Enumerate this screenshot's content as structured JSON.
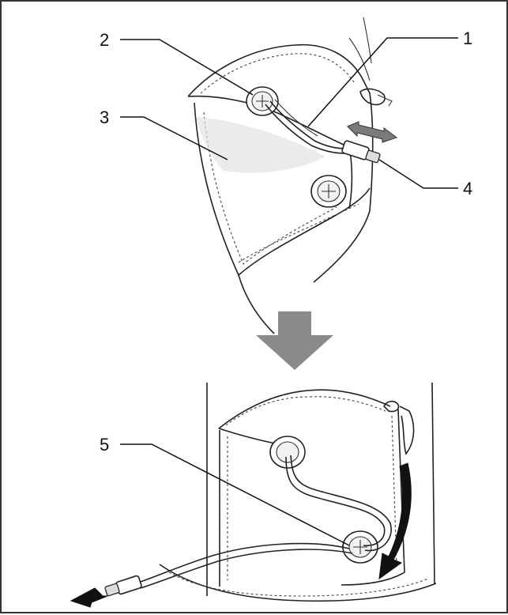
{
  "callouts": [
    {
      "id": "1",
      "label": "1"
    },
    {
      "id": "2",
      "label": "2"
    },
    {
      "id": "3",
      "label": "3"
    },
    {
      "id": "4",
      "label": "4"
    },
    {
      "id": "5",
      "label": "5"
    }
  ],
  "colors": {
    "outline": "#222222",
    "arrow_gray": "#8a8a8a",
    "fill_light": "#e2e2e2",
    "background": "#ffffff"
  }
}
